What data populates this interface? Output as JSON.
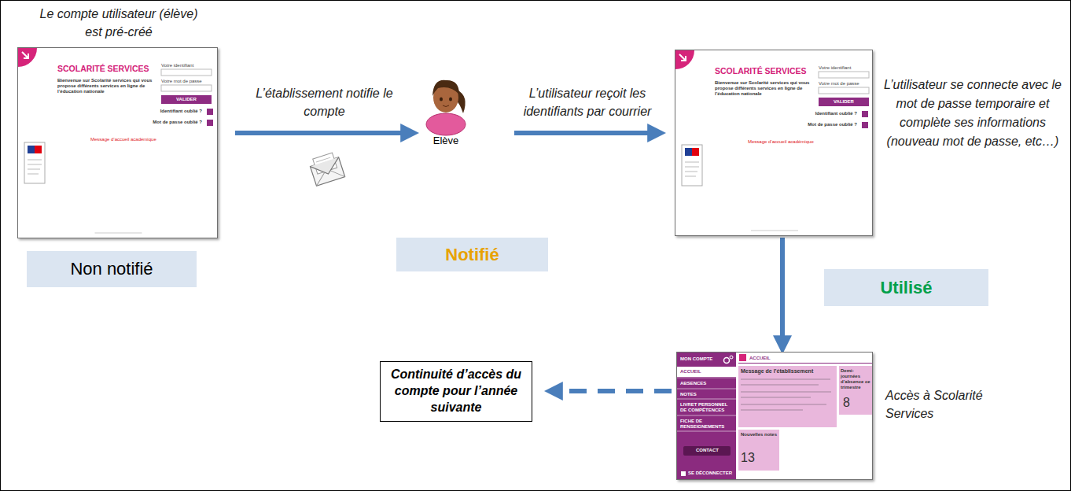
{
  "diagram": {
    "nodes": [
      {
        "text": [
          "SCOLARITÉ SERVICES",
          "Bienvenue sur Scolarité services qui vous propose différents services en ligne de l’éducation nationale",
          "Votre identifiant",
          "Votre mot de passe",
          "VALIDER",
          "Identifiant oublié ?",
          "Mot de passe oublié ?",
          "Message d’accueil académique"
        ]
      },
      {
        "text": [
          "Non notifié"
        ]
      },
      {
        "text": [
          "Elève"
        ]
      },
      {
        "text": [
          "Notifié"
        ]
      },
      {
        "text": [
          "SCOLARITÉ SERVICES",
          "Bienvenue sur Scolarité services qui vous propose différents services en ligne de l’éducation nationale",
          "Votre identifiant",
          "Votre mot de passe",
          "VALIDER",
          "Identifiant oublié ?",
          "Mot de passe oublié ?",
          "Message d’accueil académique"
        ]
      },
      {
        "text": [
          "Utilisé"
        ]
      },
      {
        "text": [
          "MON COMPTE",
          "ACCUEIL",
          "ABSENCES",
          "NOTES",
          "LIVRET PERSONNEL DE COMPÉTENCES",
          "FICHE DE RENSEIGNEMENTS",
          "CONTACT",
          "SE DÉCONNECTER",
          "ACCUEIL",
          "Message de l’établissement",
          "Demi-journées d’absence ce trimestre",
          "8",
          "Nouvelles notes",
          "13"
        ]
      },
      {
        "text": [
          "Continuité d’accès du compte pour l’année suivante"
        ]
      }
    ],
    "edges": [
      {
        "from": 0,
        "to": 2,
        "arrow": "to",
        "label": "L’établissement notifie le compte"
      },
      {
        "from": 2,
        "to": 4,
        "arrow": "to",
        "label": "L’utilisateur reçoit les identifiants par courrier"
      },
      {
        "from": 4,
        "to": 6,
        "arrow": "to"
      },
      {
        "from": 6,
        "to": 7,
        "arrow": "to"
      }
    ],
    "labels": [
      "Le compte utilisateur (élève) est pré-créé",
      "L’utilisateur se connecte avec le mot de passe temporaire et complète ses informations (nouveau mot de passe, etc…)",
      "Accès à Scolarité Services"
    ]
  }
}
